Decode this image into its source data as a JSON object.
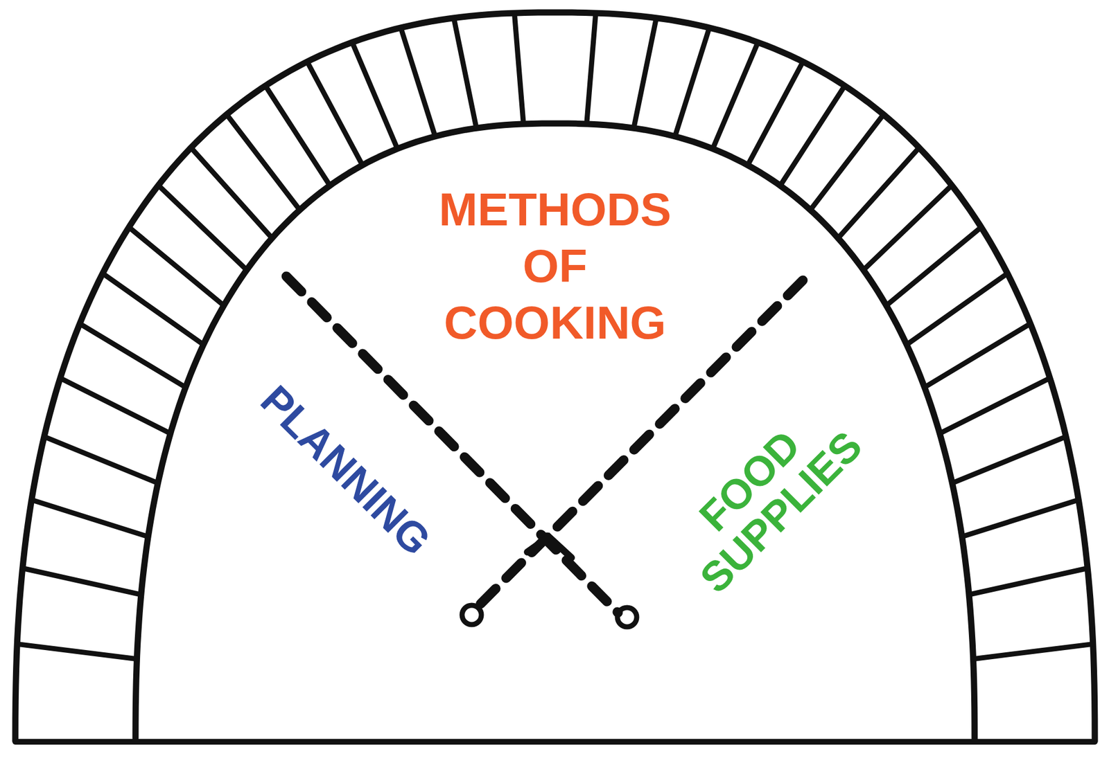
{
  "diagram": {
    "labels": [
      "METHODS OF COOKING",
      "PLANNING",
      "FOOD SUPPLIES"
    ]
  }
}
